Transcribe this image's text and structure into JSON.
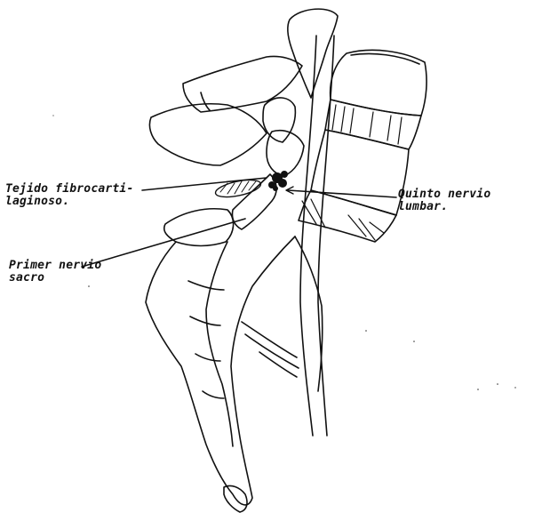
{
  "labels": {
    "tejido": {
      "line1": "Tejido fibrocarti-",
      "line2": "laginoso."
    },
    "quinto": {
      "line1": "Quinto nervio",
      "line2": "lumbar."
    },
    "primer": {
      "line1": "Primer nervio",
      "line2": "sacro"
    }
  },
  "colors": {
    "ink": "#111111",
    "background": "#ffffff"
  }
}
